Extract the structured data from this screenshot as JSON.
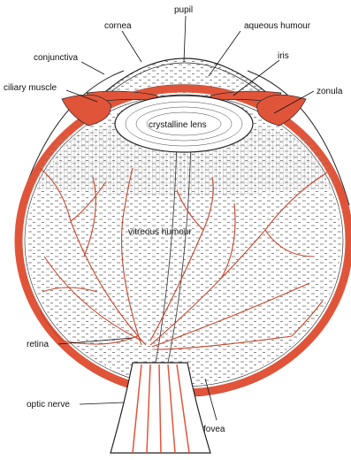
{
  "labels": {
    "cornea": "cornea",
    "pupil": "pupil",
    "aqueous_humour": "aqueous humour",
    "conjunctiva": "conjunctiva",
    "iris": "iris",
    "ciliary_muscle": "ciliary muscle",
    "zonula": "zonula",
    "crystalline_lens": "crystalline lens",
    "vitreous_humour": "vitreous humour",
    "retina": "retina",
    "optic_nerve": "optic nerve",
    "fovea": "fovea"
  },
  "colors": {
    "tissue": "#e0553a",
    "vessel": "#c8452a",
    "outline": "#222222"
  }
}
